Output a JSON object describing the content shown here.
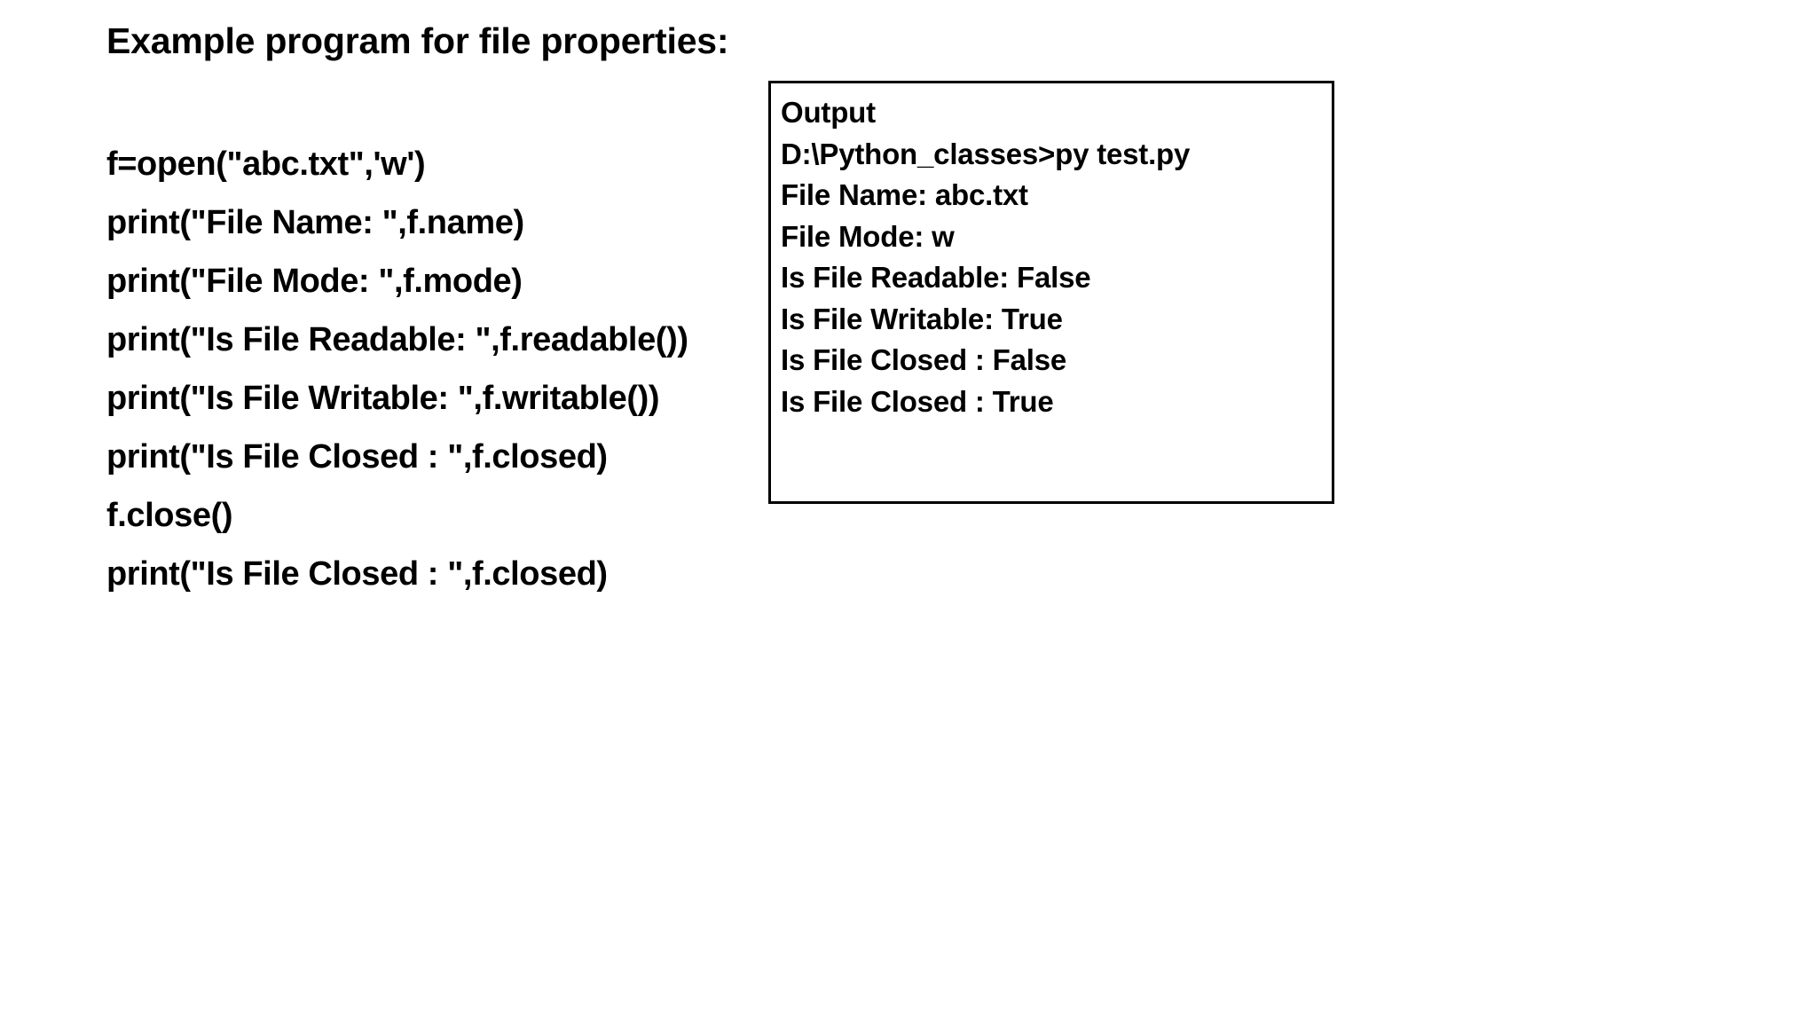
{
  "slide": {
    "title": "Example program for file properties:",
    "background_color": "#ffffff",
    "text_color": "#000000"
  },
  "code_listing": {
    "language": "python",
    "lines": [
      "f=open(\"abc.txt\",'w')",
      "print(\"File Name: \",f.name)",
      "print(\"File Mode: \",f.mode)",
      "print(\"Is File Readable: \",f.readable())",
      "print(\"Is File Writable: \",f.writable())",
      "print(\"Is File Closed : \",f.closed)",
      "f.close()",
      "print(\"Is File Closed : \",f.closed)"
    ]
  },
  "output_box": {
    "border_color": "#000000",
    "heading": "Output",
    "lines": [
      "Output",
      "D:\\Python_classes>py test.py",
      "File Name: abc.txt",
      "File Mode: w",
      "Is File Readable: False",
      "Is File Writable: True",
      "Is File Closed : False",
      "Is File Closed : True"
    ]
  }
}
